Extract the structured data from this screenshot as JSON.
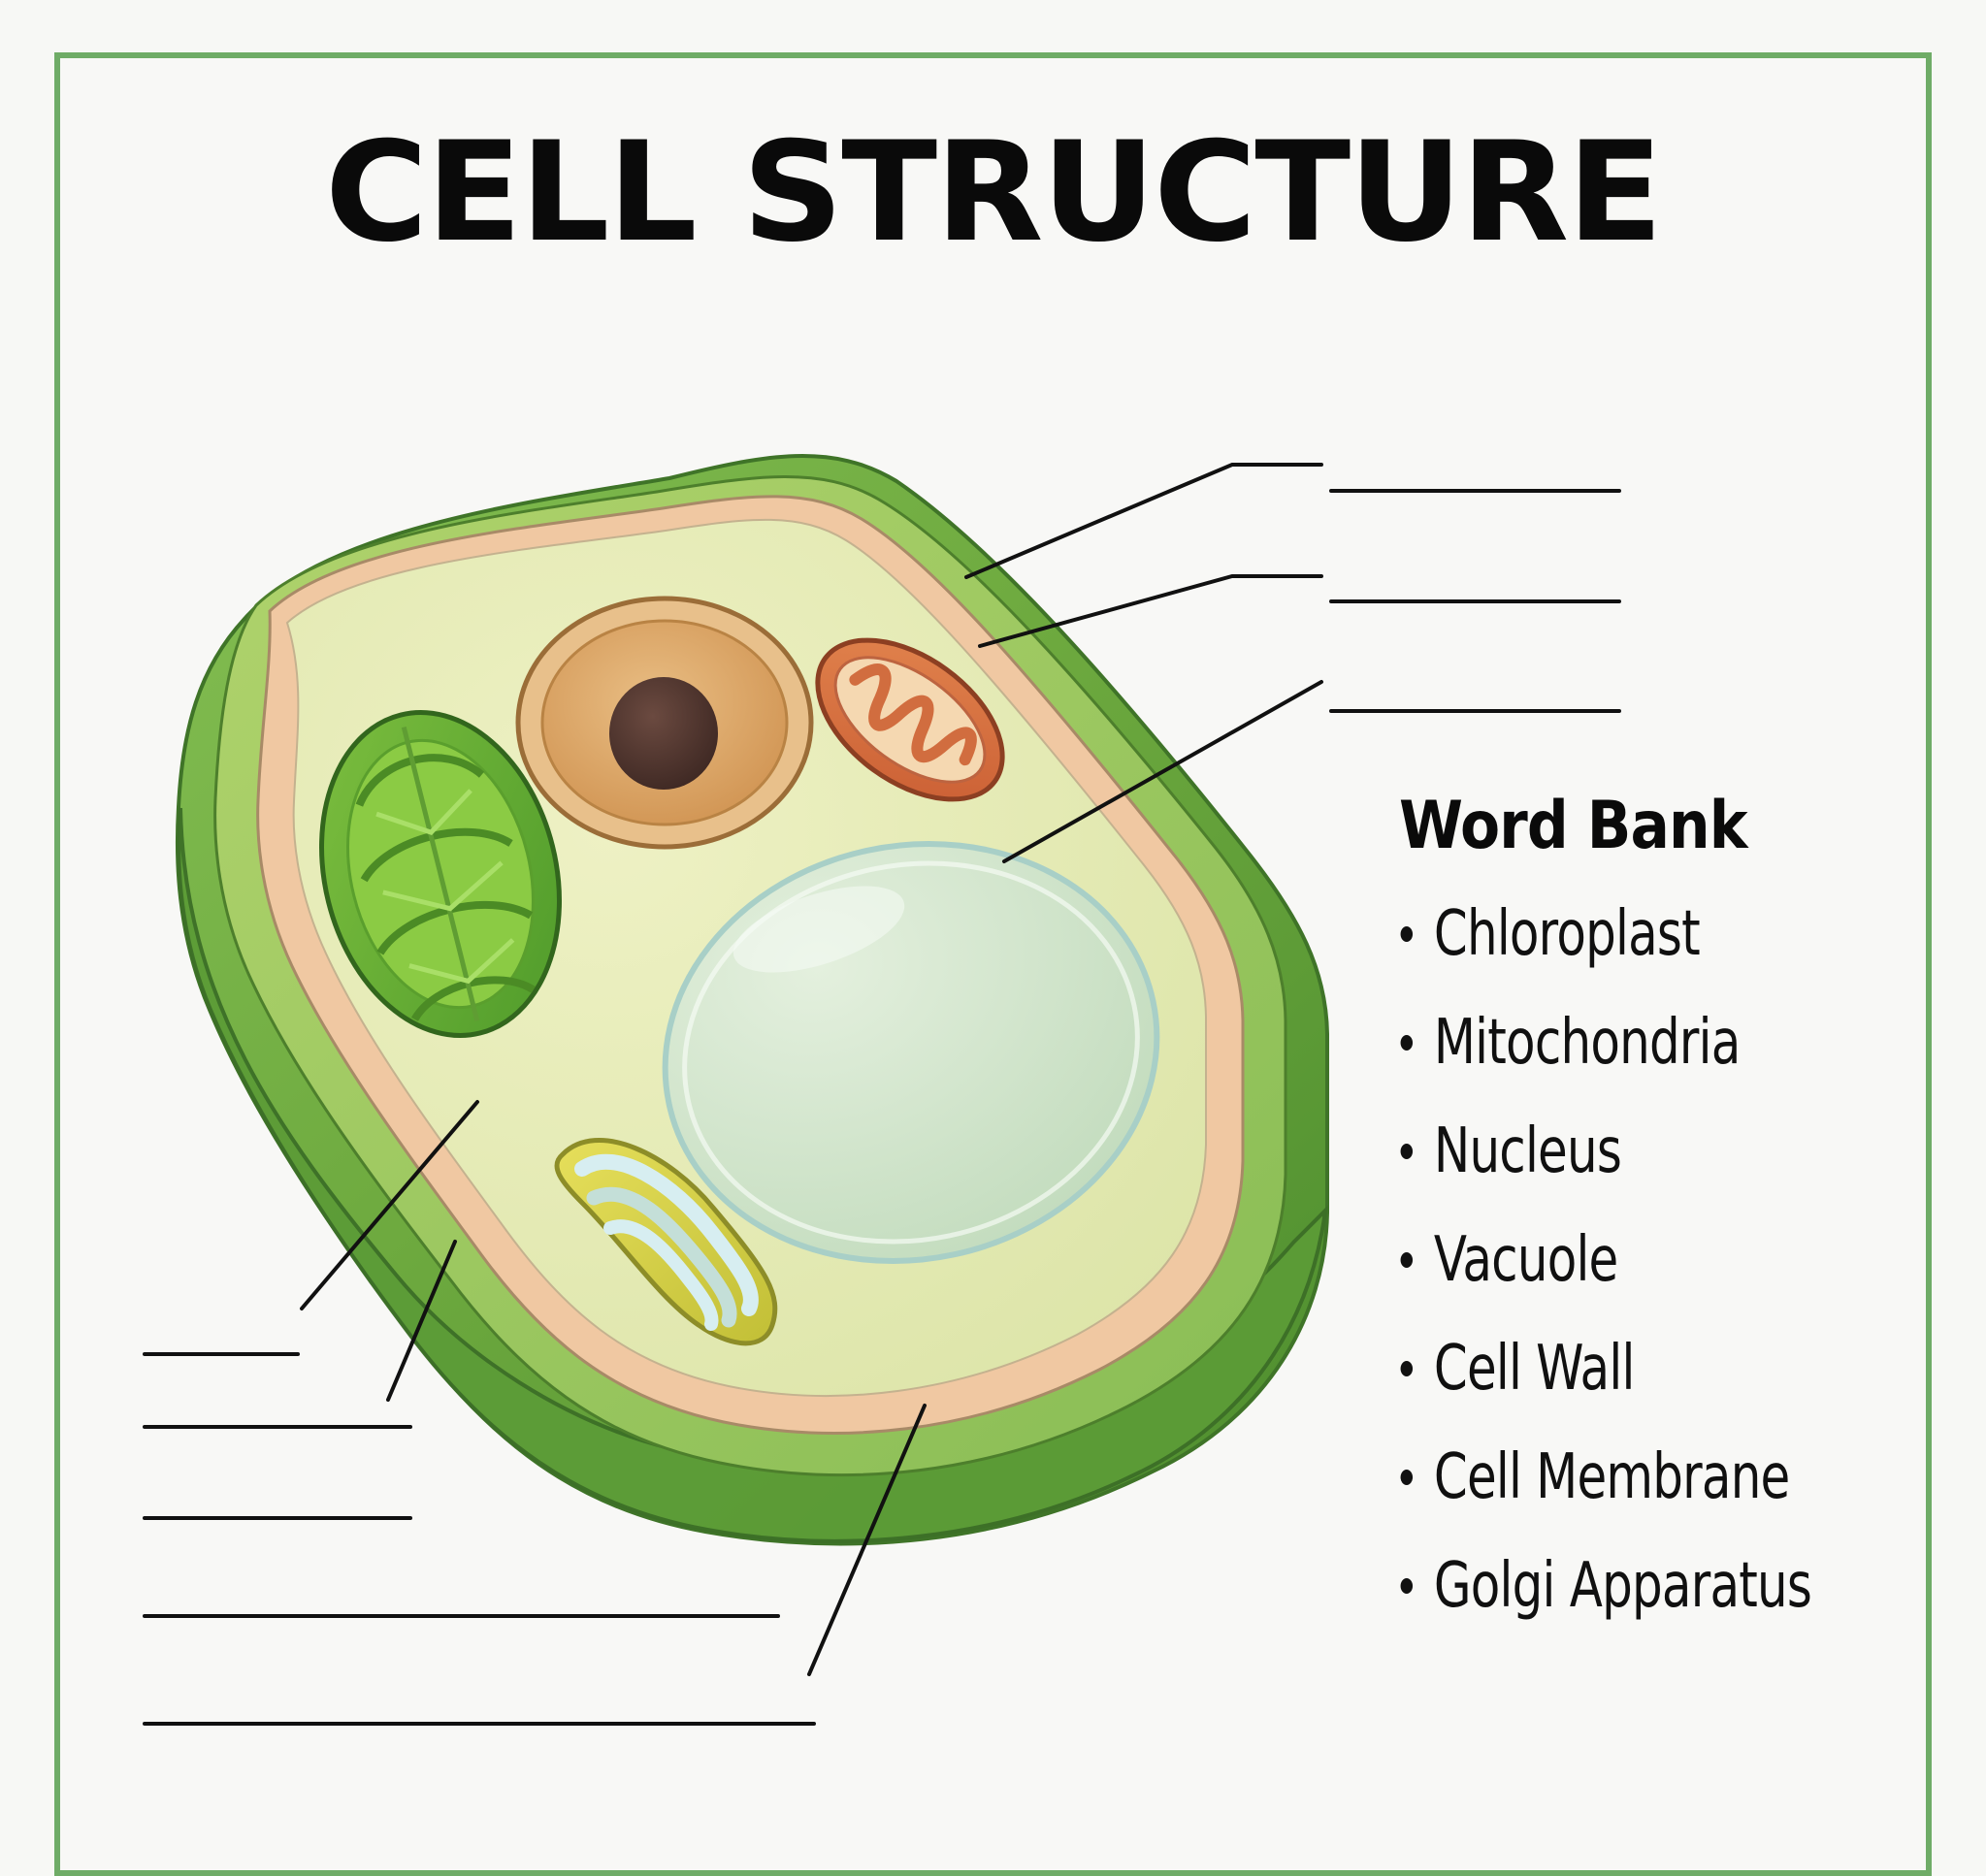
{
  "title": "CELL STRUCTURE",
  "word_bank": {
    "title": "Word Bank",
    "items": [
      "Chloroplast",
      "Mitochondria",
      "Nucleus",
      "Vacuole",
      "Cell Wall",
      "Cell Membrane",
      "Golgi Apparatus"
    ]
  },
  "colors": {
    "frame": "#6fac67",
    "cell_wall_outer": "#5f9f3c",
    "cell_wall_inner": "#9acb63",
    "membrane": "#e7b894",
    "cytoplasm": "#e7ebbb",
    "nucleus": "#e3b56f",
    "nucleolus": "#4a302a",
    "mitochondria": "#d67040",
    "chloroplast": "#75b63a",
    "golgi": "#d9d64a",
    "vacuole": "#cfe4ca"
  },
  "icons": {
    "cell": "plant-cell-diagram",
    "bullet": "bullet-icon"
  }
}
